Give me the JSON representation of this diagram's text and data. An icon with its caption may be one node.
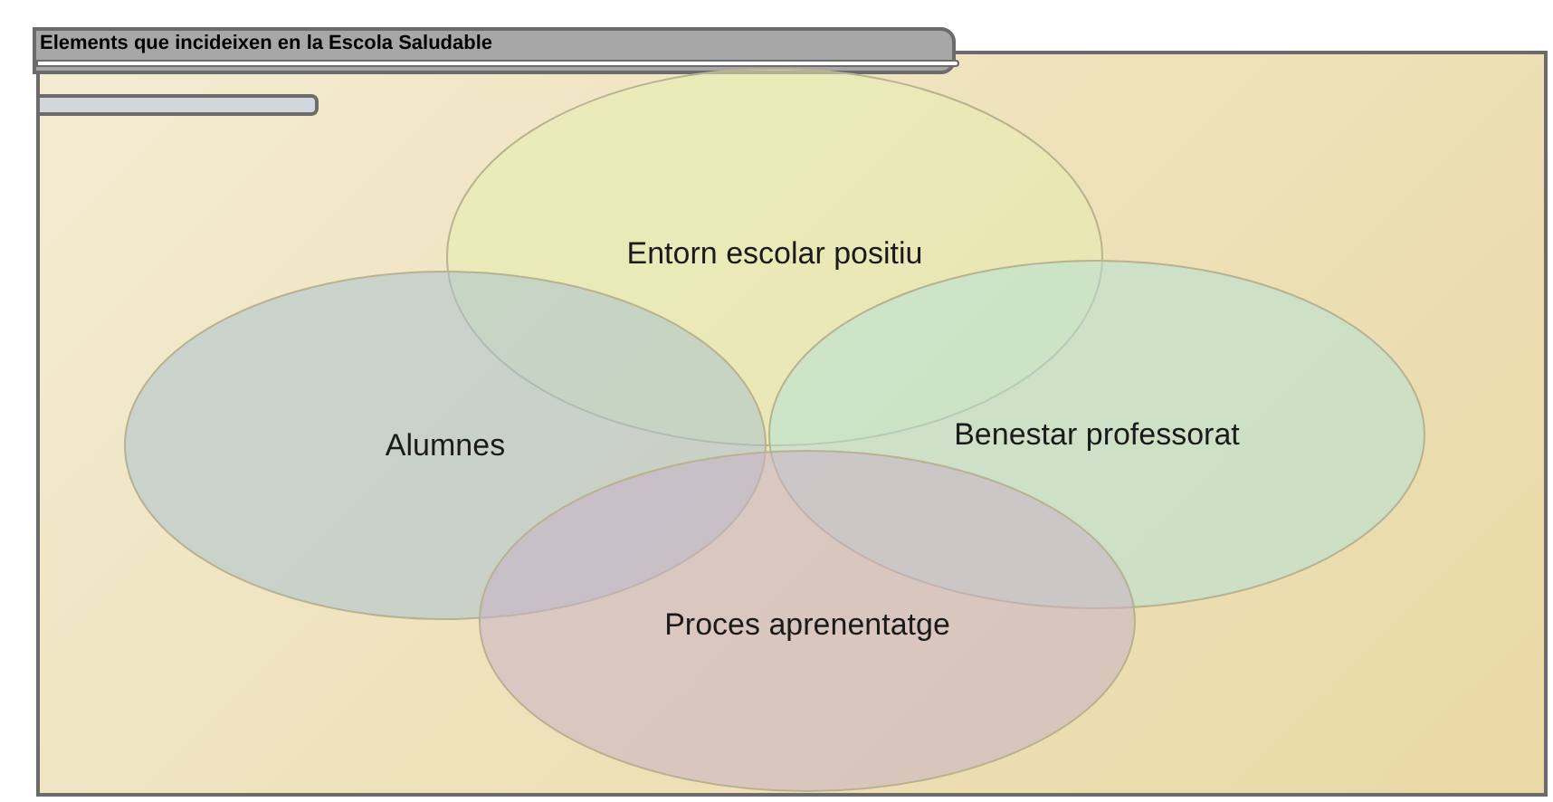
{
  "diagram": {
    "title": "Elements que incideixen en la Escola Saludable",
    "nodes": [
      {
        "text": [
          "Entorn escolar positiu"
        ]
      },
      {
        "text": [
          "Alumnes"
        ]
      },
      {
        "text": [
          "Benestar professorat"
        ]
      },
      {
        "text": [
          "Proces aprenentatge"
        ]
      }
    ]
  }
}
